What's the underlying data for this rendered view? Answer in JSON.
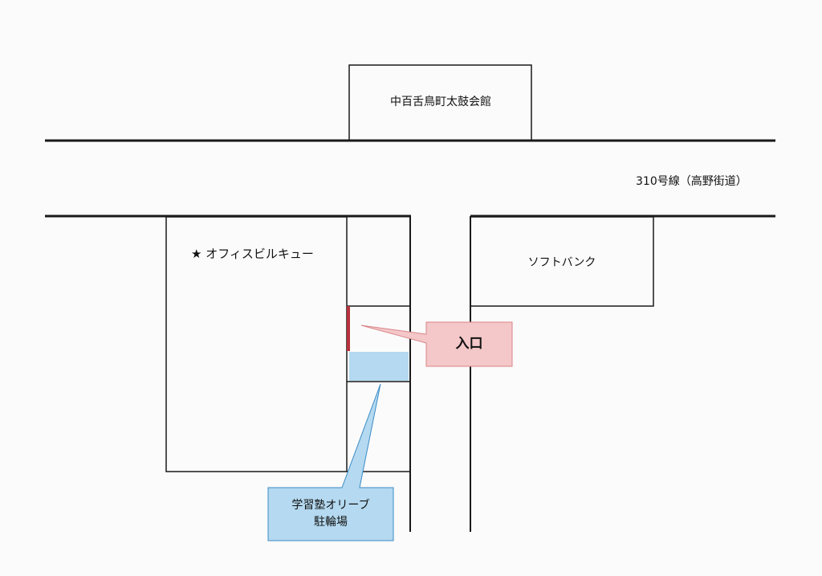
{
  "map": {
    "road_label": "310号線（高野街道）",
    "buildings": {
      "taiko_hall": "中百舌鳥町太鼓会館",
      "office_building": "★ オフィスビルキュー",
      "softbank": "ソフトバンク"
    },
    "callouts": {
      "entrance": "入口",
      "parking_line1": "学習塾オリーブ",
      "parking_line2": "駐輪場"
    }
  },
  "colors": {
    "entrance_fill": "#f4c7c8",
    "entrance_marker": "#b8323c",
    "parking_fill": "#b4d9f0",
    "parking_border": "#3b8bc6",
    "line": "#1a1a1a"
  }
}
